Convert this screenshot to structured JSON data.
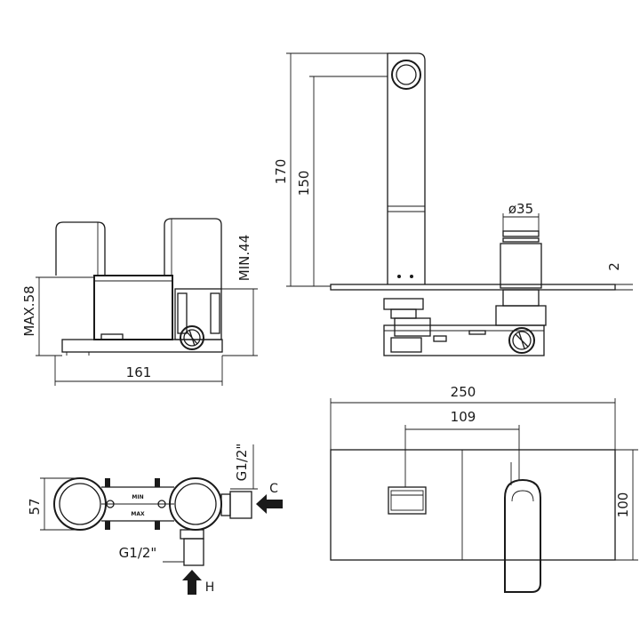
{
  "side_view": {
    "width": "161",
    "max_height": "MAX.58",
    "min_depth": "MIN.44"
  },
  "spout_view": {
    "spout_height": "170",
    "outlet_height": "150",
    "handle_diameter": "ø35",
    "plate_thickness": "2"
  },
  "front_plate": {
    "plate_width": "250",
    "center_distance": "109",
    "plate_height": "100"
  },
  "body_view": {
    "depth": "57",
    "inlet_c_thread": "G1/2\"",
    "inlet_h_thread": "G1/2\"",
    "min_label": "MIN",
    "max_label": "MAX",
    "cold_label": "C",
    "hot_label": "H"
  }
}
